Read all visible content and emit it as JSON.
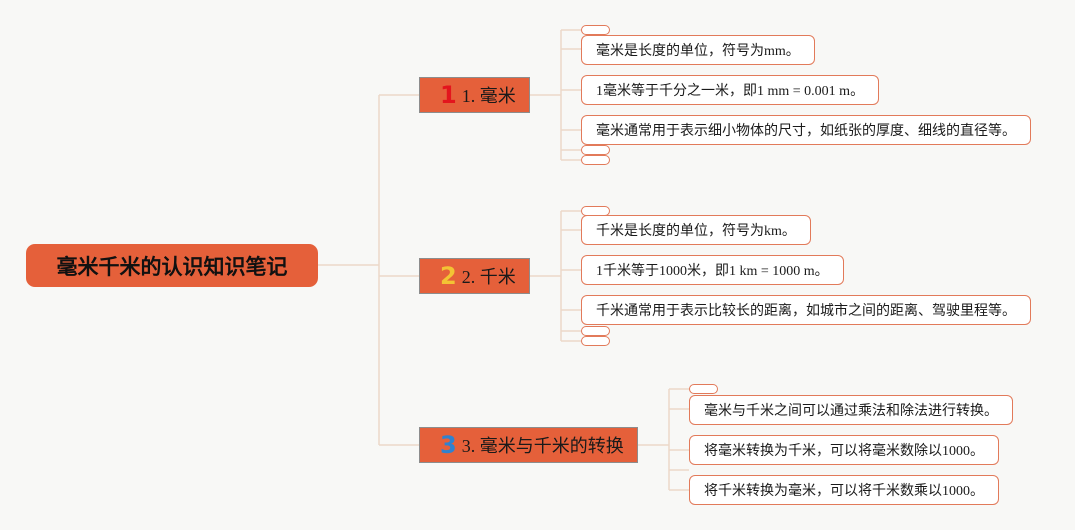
{
  "root": {
    "title": "毫米千米的认识知识笔记"
  },
  "colors": {
    "root_bg": "#e5603a",
    "branch_bg": "#e5603a",
    "leaf_border": "#e27a5a",
    "connector": "#ecd8c8",
    "num1": "#e3151d",
    "num2": "#f3c334",
    "num3": "#2f82d0"
  },
  "branches": [
    {
      "number": "1",
      "label": "1. 毫米",
      "items": [
        "毫米是长度的单位，符号为mm。",
        "1毫米等于千分之一米，即1 mm = 0.001 m。",
        "毫米通常用于表示细小物体的尺寸，如纸张的厚度、细线的直径等。"
      ]
    },
    {
      "number": "2",
      "label": "2. 千米",
      "items": [
        "千米是长度的单位，符号为km。",
        "1千米等于1000米，即1 km = 1000 m。",
        "千米通常用于表示比较长的距离，如城市之间的距离、驾驶里程等。"
      ]
    },
    {
      "number": "3",
      "label": "3. 毫米与千米的转换",
      "items": [
        "毫米与千米之间可以通过乘法和除法进行转换。",
        "将毫米转换为千米，可以将毫米数除以1000。",
        "将千米转换为毫米，可以将千米数乘以1000。"
      ]
    }
  ]
}
